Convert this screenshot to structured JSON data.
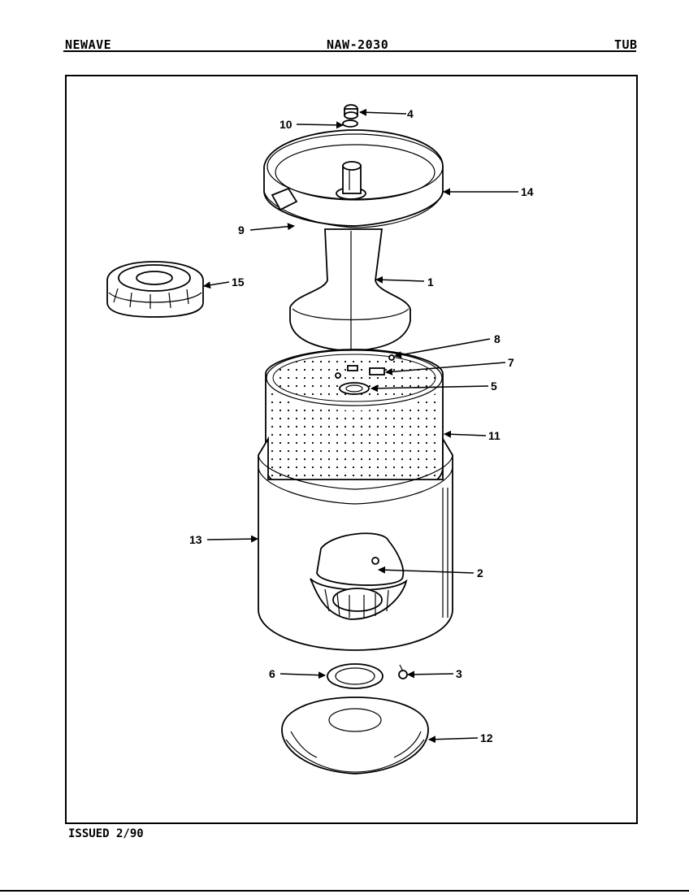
{
  "header": {
    "brand": "NEWAVE",
    "model": "NAW-2030",
    "section": "TUB"
  },
  "footer": {
    "issued": "ISSUED 2/90"
  },
  "callouts": [
    "1",
    "2",
    "3",
    "4",
    "5",
    "6",
    "7",
    "8",
    "9",
    "10",
    "11",
    "12",
    "13",
    "14",
    "15"
  ]
}
